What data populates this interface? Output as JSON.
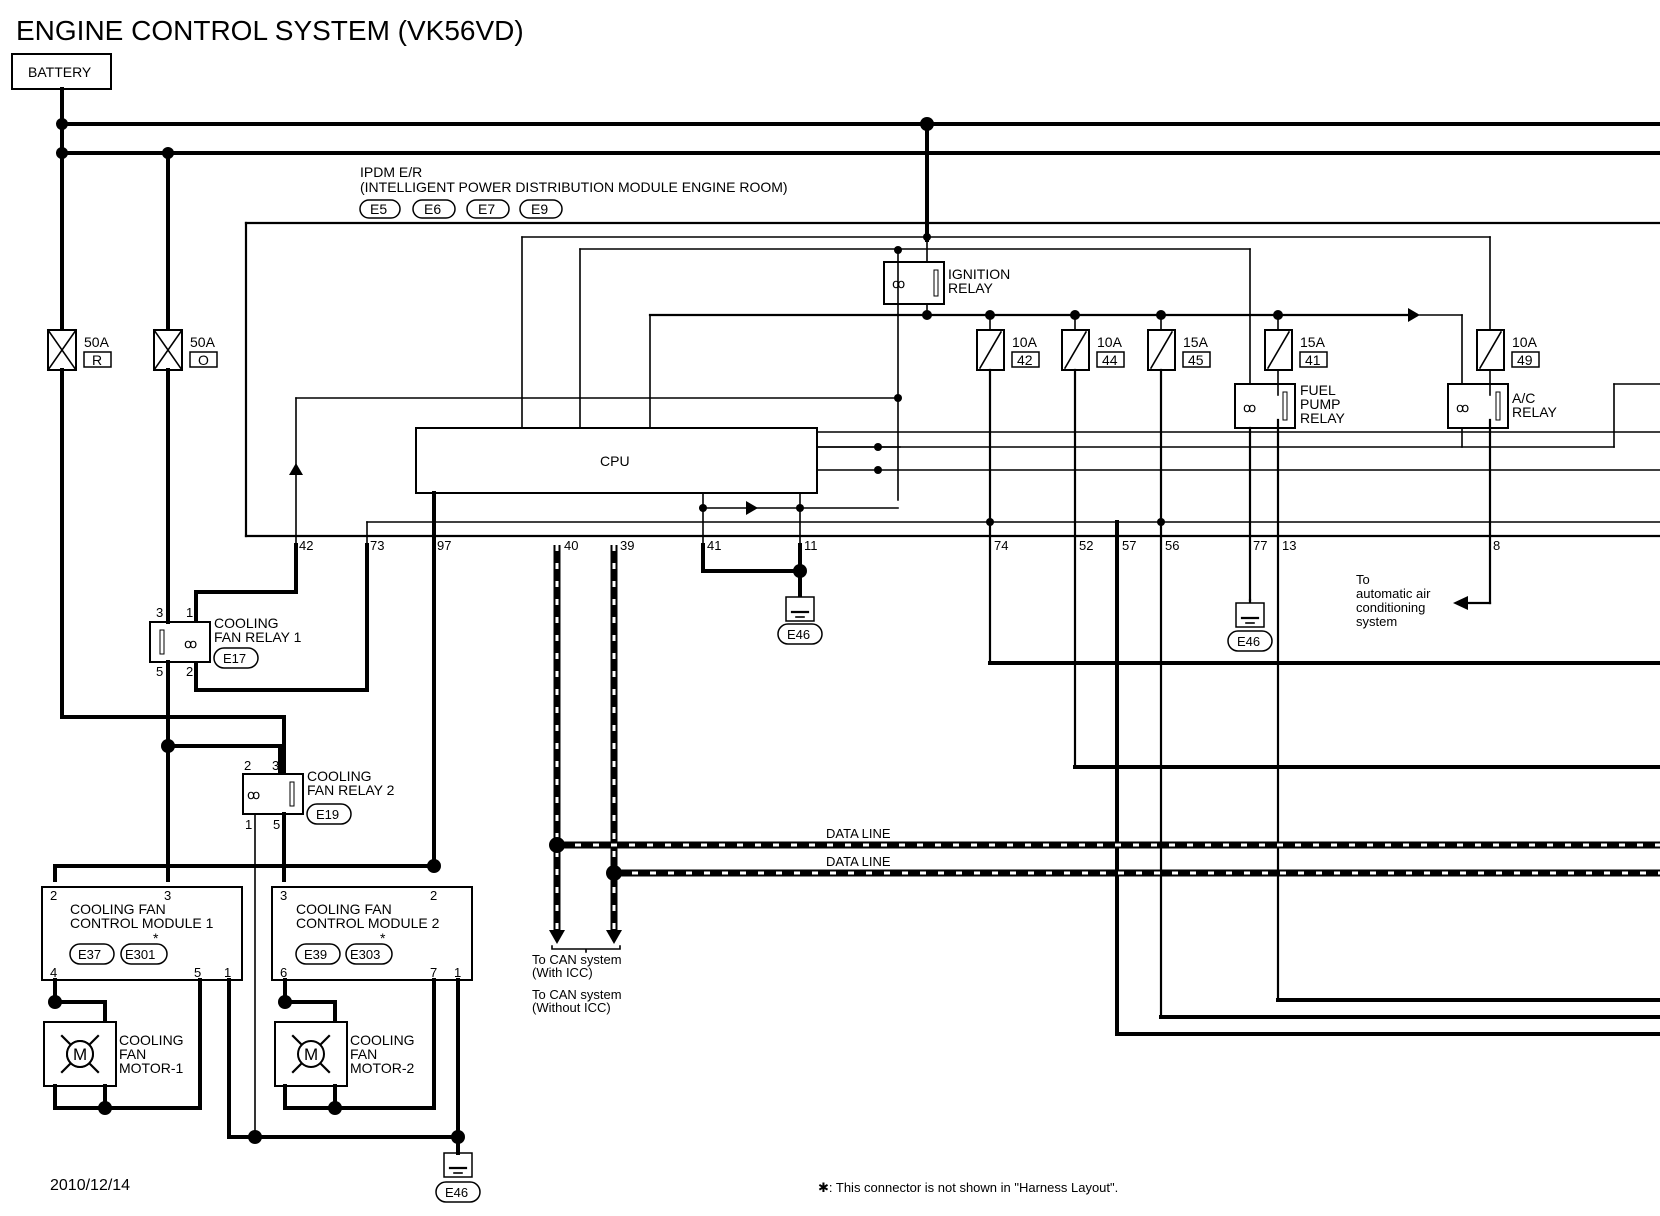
{
  "title": "ENGINE CONTROL SYSTEM (VK56VD)",
  "battery": {
    "label": "BATTERY"
  },
  "ipdm": {
    "line1": "IPDM E/R",
    "line2": "(INTELLIGENT POWER DISTRIBUTION MODULE ENGINE ROOM)",
    "connectors": [
      "E5",
      "E6",
      "E7",
      "E9"
    ],
    "cpu_label": "CPU"
  },
  "fusible_links": [
    {
      "rating": "50A",
      "id": "R"
    },
    {
      "rating": "50A",
      "id": "O"
    }
  ],
  "fuses": [
    {
      "rating": "10A",
      "id": "42"
    },
    {
      "rating": "10A",
      "id": "44"
    },
    {
      "rating": "15A",
      "id": "45"
    },
    {
      "rating": "15A",
      "id": "41"
    },
    {
      "rating": "10A",
      "id": "49"
    }
  ],
  "relays": {
    "ignition": {
      "line1": "IGNITION",
      "line2": "RELAY"
    },
    "fuel_pump": {
      "line1": "FUEL",
      "line2": "PUMP",
      "line3": "RELAY"
    },
    "ac": {
      "line1": "A/C",
      "line2": "RELAY"
    },
    "cooling_fan_1": {
      "line1": "COOLING",
      "line2": "FAN RELAY 1",
      "connector": "E17",
      "pins": [
        "3",
        "1",
        "5",
        "2"
      ]
    },
    "cooling_fan_2": {
      "line1": "COOLING",
      "line2": "FAN RELAY 2",
      "connector": "E19",
      "pins": [
        "2",
        "3",
        "1",
        "5"
      ]
    }
  },
  "terminals": [
    "42",
    "73",
    "97",
    "40",
    "39",
    "41",
    "11",
    "74",
    "52",
    "57",
    "56",
    "77",
    "13",
    "8"
  ],
  "grounds": [
    "E46",
    "E46",
    "E46"
  ],
  "ac_note": {
    "line1": "To",
    "line2": "automatic air",
    "line3": "conditioning",
    "line4": "system"
  },
  "data_lines": [
    "DATA LINE",
    "DATA LINE"
  ],
  "can_notes": {
    "with_icc_1": "To CAN system",
    "with_icc_2": "(With ICC)",
    "without_icc_1": "To CAN system",
    "without_icc_2": "(Without ICC)"
  },
  "modules": {
    "cfcm1": {
      "line1": "COOLING FAN",
      "line2": "CONTROL MODULE 1",
      "star": "*",
      "connectors": [
        "E37",
        "E301"
      ],
      "pins": [
        "2",
        "3",
        "4",
        "5",
        "1"
      ]
    },
    "cfcm2": {
      "line1": "COOLING FAN",
      "line2": "CONTROL MODULE 2",
      "star": "*",
      "connectors": [
        "E39",
        "E303"
      ],
      "pins": [
        "3",
        "2",
        "6",
        "7",
        "1"
      ]
    }
  },
  "motors": {
    "m1": {
      "symbol": "M",
      "line1": "COOLING",
      "line2": "FAN",
      "line3": "MOTOR-1"
    },
    "m2": {
      "symbol": "M",
      "line1": "COOLING",
      "line2": "FAN",
      "line3": "MOTOR-2"
    }
  },
  "footer": {
    "date": "2010/12/14",
    "note": "✱: This connector is not shown in \"Harness Layout\"."
  }
}
